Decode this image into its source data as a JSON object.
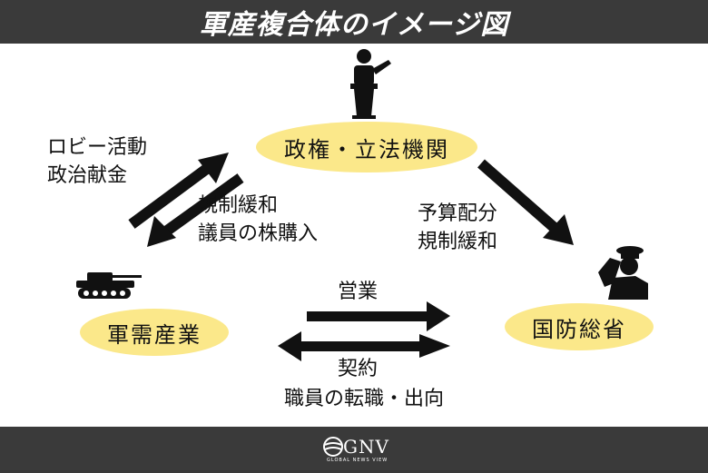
{
  "title": "軍産複合体のイメージ図",
  "nodes": {
    "politics": "政権・立法機関",
    "industry": "軍需産業",
    "defense": "国防総省"
  },
  "edges": {
    "lobbying": [
      "ロビー活動",
      "政治献金"
    ],
    "deregulation_to_industry": [
      "規制緩和",
      "議員の株購入"
    ],
    "budget": [
      "予算配分",
      "規制緩和"
    ],
    "sales": "営業",
    "contract": [
      "契約",
      "職員の転職・出向"
    ]
  },
  "icons": {
    "politics": "speaker-at-podium-icon",
    "industry": "tank-icon",
    "defense": "saluting-officer-icon"
  },
  "footer": {
    "logo": "GNV",
    "logo_sub": "GLOBAL NEWS VIEW"
  },
  "colors": {
    "bar": "#3a3a3a",
    "node_fill": "#fbe88a",
    "arrow": "#111111"
  }
}
